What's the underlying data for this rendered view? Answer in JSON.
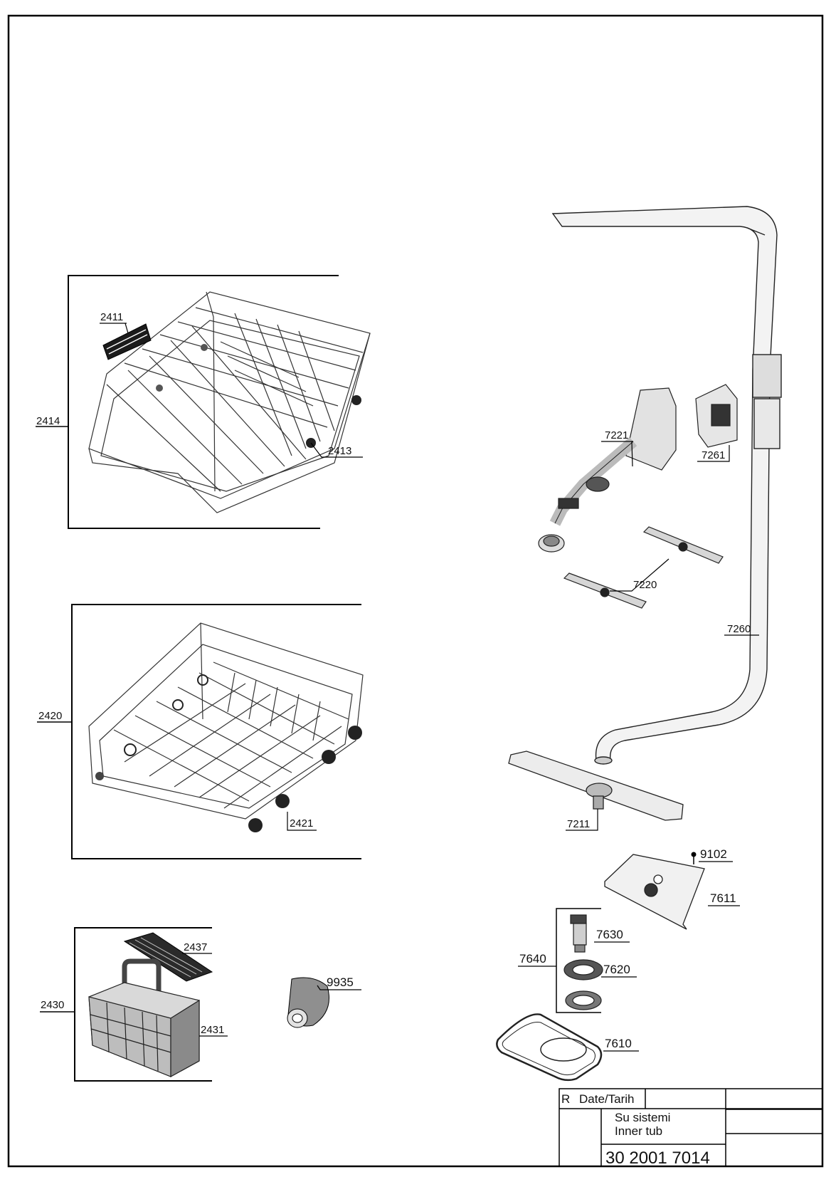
{
  "labels": {
    "l2411": "2411",
    "l2413": "2413",
    "l2414": "2414",
    "l2420": "2420",
    "l2421": "2421",
    "l2430": "2430",
    "l2431": "2431",
    "l2437": "2437",
    "l9935": "9935",
    "l7221": "7221",
    "l7261": "7261",
    "l7220": "7220",
    "l7260": "7260",
    "l7211": "7211",
    "l9102": "9102",
    "l7611": "7611",
    "l7630": "7630",
    "l7640": "7640",
    "l7620": "7620",
    "l7610": "7610"
  },
  "title_block": {
    "rev_label": "R",
    "date_label": "Date/Tarih",
    "name_line1": "Su sistemi",
    "name_line2": "Inner tub",
    "drawing_number": "30 2001 7014"
  }
}
